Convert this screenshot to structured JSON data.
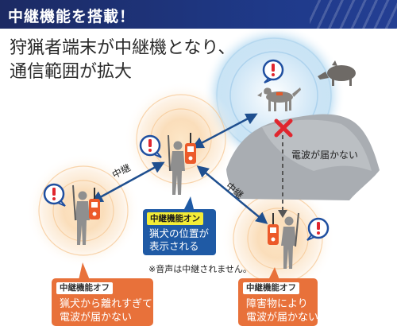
{
  "header": {
    "title": "中継機能を搭載！"
  },
  "intro": {
    "line1": "狩猟者端末が中継機となり、",
    "line2": "通信範囲が拡大"
  },
  "labels": {
    "relay_left": "中継",
    "relay_right": "中継",
    "signal_blocked": "電波が届かない"
  },
  "callout_on": {
    "badge": "中継機能オン",
    "line1": "猟犬の位置が",
    "line2": "表示される"
  },
  "note": "※音声は中継されません。",
  "callout_off_left": {
    "badge": "中継機能オフ",
    "line1": "猟犬から離れすぎて",
    "line2": "電波が届かない"
  },
  "callout_off_right": {
    "badge": "中継機能オフ",
    "line1": "障害物により",
    "line2": "電波が届かない"
  },
  "colors": {
    "header_bg": "#1f3a8a",
    "relay_on": "#1f5aa5",
    "relay_off": "#e8713a",
    "badge_yellow": "#f3ec37",
    "device_orange": "#ec5a2a",
    "x_mark": "#e0262e",
    "alert_ring": "#1f4fa0"
  },
  "icons": [
    "exclamation-icon",
    "relay-arrow-icon",
    "blocked-x-icon",
    "gps-device-icon",
    "hunter-icon",
    "hunting-dog-icon",
    "wild-boar-icon"
  ]
}
